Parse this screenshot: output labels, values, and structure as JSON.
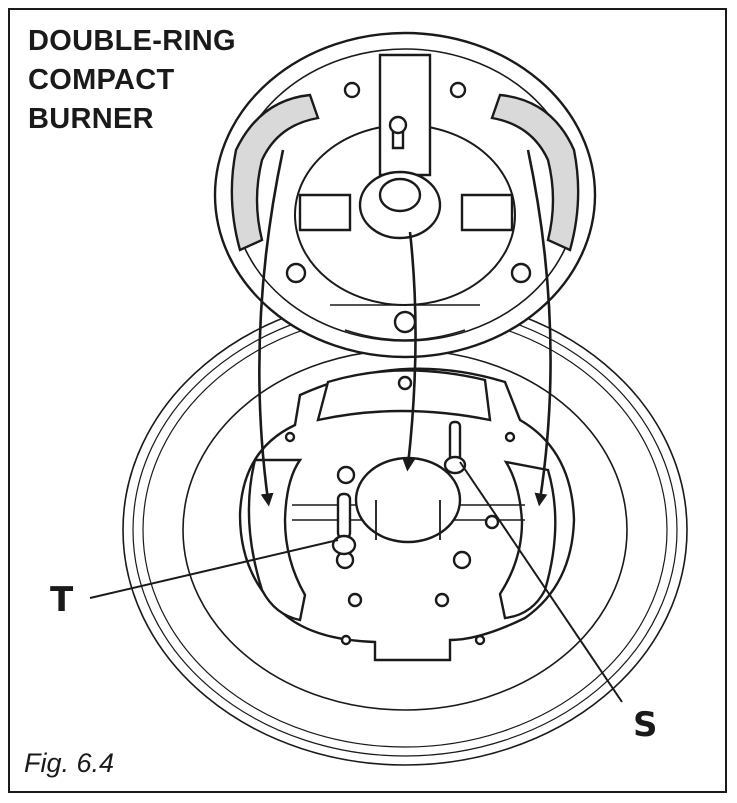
{
  "title": {
    "line1": "DOUBLE-RING",
    "line2": "COMPACT",
    "line3": "BURNER"
  },
  "caption": "Fig. 6.4",
  "labels": {
    "t": "T",
    "s": "S"
  },
  "colors": {
    "ink": "#1a1a1a",
    "paper": "#ffffff",
    "shade": "#d9d9d9"
  }
}
